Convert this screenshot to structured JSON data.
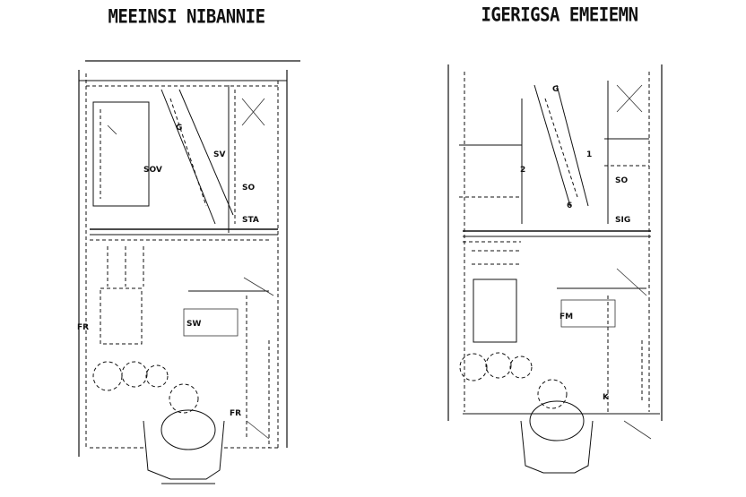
{
  "plans": [
    {
      "title": "MEEINSI NIBANNIE",
      "room_labels": [
        "SOV",
        "SV",
        "G",
        "STA",
        "SO",
        "SW",
        "FR",
        "FR"
      ]
    },
    {
      "title": "IGERIGSA EMEIEMN",
      "room_labels": [
        "G",
        "2",
        "1",
        "SO",
        "SIG",
        "6",
        "FM",
        "K"
      ]
    }
  ]
}
